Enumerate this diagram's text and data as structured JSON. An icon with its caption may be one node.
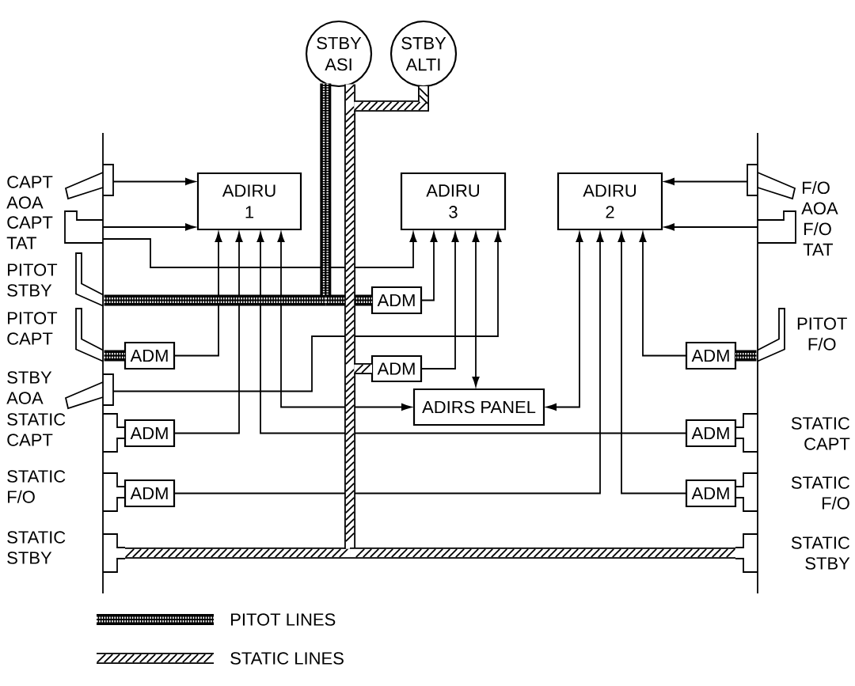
{
  "diagram": {
    "nodes": [
      {
        "text": [
          "STBY ASI"
        ]
      },
      {
        "text": [
          "STBY ALTI"
        ]
      },
      {
        "text": [],
        "shape": "picture",
        "beside": [
          "CAPT AOA"
        ]
      },
      {
        "text": [
          "ADIRU 1"
        ]
      },
      {
        "text": [
          "ADIRU 3"
        ]
      },
      {
        "text": [
          "ADIRU 2"
        ]
      },
      {
        "text": [],
        "shape": "picture",
        "beside": [
          "F/O AOA"
        ]
      },
      {
        "text": [],
        "shape": "picture",
        "beside": [
          "CAPT TAT"
        ]
      },
      {
        "text": [],
        "shape": "picture",
        "beside": [
          "F/O TAT"
        ]
      },
      {
        "text": [],
        "shape": "picture",
        "beside": [
          "PITOT STBY"
        ]
      },
      {
        "text": [
          "ADM"
        ]
      },
      {
        "text": [],
        "shape": "picture",
        "beside": [
          "PITOT CAPT"
        ]
      },
      {
        "text": [
          "ADM"
        ]
      },
      {
        "text": [
          "ADM"
        ]
      },
      {
        "text": [
          "ADM"
        ]
      },
      {
        "text": [],
        "shape": "picture",
        "beside": [
          "PITOT F/O"
        ]
      },
      {
        "text": [],
        "shape": "picture",
        "beside": [
          "STBY AOA"
        ]
      },
      {
        "text": [
          "ADIRS PANEL"
        ]
      },
      {
        "text": [],
        "shape": "picture"
      },
      {
        "text": [
          "ADM"
        ]
      },
      {
        "text": [
          "ADM"
        ]
      },
      {
        "text": [],
        "shape": "picture",
        "beside": [
          "STATIC CAPT"
        ]
      },
      {
        "text": [],
        "shape": "picture",
        "beside": [
          "STATIC F/O"
        ]
      },
      {
        "text": [
          "ADM"
        ]
      },
      {
        "text": [
          "ADM"
        ]
      },
      {
        "text": [],
        "shape": "picture",
        "beside": [
          "STATIC F/O"
        ]
      },
      {
        "text": [],
        "shape": "picture",
        "beside": [
          "STATIC STBY"
        ]
      },
      {
        "text": [],
        "shape": "picture",
        "beside": [
          "STATIC STBY"
        ]
      }
    ],
    "edges": [
      {
        "from": 2,
        "to": 3,
        "arrow": "to"
      },
      {
        "from": 6,
        "to": 5,
        "arrow": "to"
      },
      {
        "from": 7,
        "to": 3,
        "arrow": "to"
      },
      {
        "from": 7,
        "to": 4,
        "arrow": "to"
      },
      {
        "from": 8,
        "to": 5,
        "arrow": "to"
      },
      {
        "from": 12,
        "to": 3,
        "arrow": "to"
      },
      {
        "from": 19,
        "to": 3,
        "arrow": "to"
      },
      {
        "from": 20,
        "to": 3,
        "arrow": "to"
      },
      {
        "from": 17,
        "to": 3,
        "arrow": "both"
      },
      {
        "from": 10,
        "to": 4,
        "arrow": "to"
      },
      {
        "from": 13,
        "to": 4,
        "arrow": "to"
      },
      {
        "from": 17,
        "to": 4,
        "arrow": "both"
      },
      {
        "from": 16,
        "to": 4,
        "arrow": "to"
      },
      {
        "from": 23,
        "to": 5,
        "arrow": "to"
      },
      {
        "from": 24,
        "to": 5,
        "arrow": "to"
      },
      {
        "from": 14,
        "to": 5,
        "arrow": "to"
      },
      {
        "from": 17,
        "to": 5,
        "arrow": "both"
      },
      {
        "from": 9,
        "to": 0,
        "arrow": "none",
        "style": "thick"
      },
      {
        "from": 9,
        "to": 10,
        "arrow": "none",
        "style": "thick"
      },
      {
        "from": 11,
        "to": 12,
        "arrow": "none",
        "style": "thick"
      },
      {
        "from": 15,
        "to": 14,
        "arrow": "none",
        "style": "thick"
      },
      {
        "from": 26,
        "to": 0,
        "arrow": "none",
        "style": "thick"
      },
      {
        "from": 26,
        "to": 1,
        "arrow": "none",
        "style": "thick"
      },
      {
        "from": 26,
        "to": 13,
        "arrow": "none",
        "style": "thick"
      },
      {
        "from": 27,
        "to": 0,
        "arrow": "none",
        "style": "thick"
      },
      {
        "from": 27,
        "to": 1,
        "arrow": "none",
        "style": "thick"
      },
      {
        "from": 27,
        "to": 13,
        "arrow": "none",
        "style": "thick"
      }
    ],
    "labels": [
      "STATIC CAPT"
    ],
    "legend": [
      {
        "text": "PITOT LINES"
      },
      {
        "text": "STATIC LINES"
      }
    ]
  }
}
